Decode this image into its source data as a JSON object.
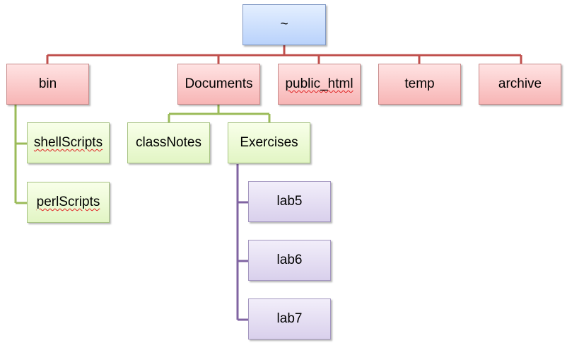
{
  "diagram": {
    "root": {
      "label": "~"
    },
    "level1": {
      "bin": "bin",
      "documents": "Documents",
      "public_html": "public_html",
      "temp": "temp",
      "archive": "archive"
    },
    "bin_children": {
      "shell_scripts": "shellScripts",
      "perl_scripts": "perlScripts"
    },
    "documents_children": {
      "class_notes": "classNotes",
      "exercises": "Exercises"
    },
    "exercises_children": {
      "lab5": "lab5",
      "lab6": "lab6",
      "lab7": "lab7"
    }
  },
  "colors": {
    "root_fill": "#c8dbfc",
    "level1_fill": "#fbc9c9",
    "level2_fill": "#eaf8d2",
    "level3_fill": "#e2dbf1",
    "red_connector": "#c0504d",
    "green_connector": "#9bbb59",
    "purple_connector": "#8064a2",
    "spellcheck_underline": "#e02020"
  }
}
